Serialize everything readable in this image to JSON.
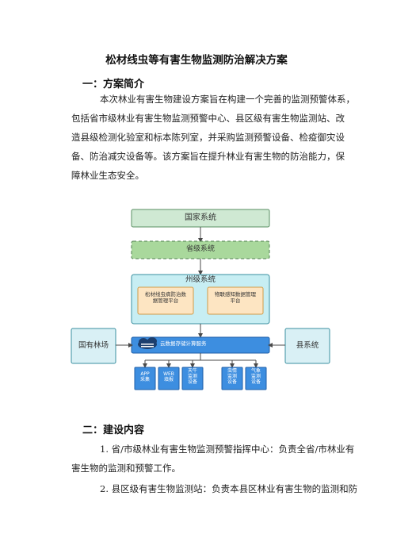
{
  "document": {
    "title": "松材线虫等有害生物监测防治解决方案",
    "sections": [
      {
        "heading": "一：方案简介",
        "lines": [
          "本次林业有害生物建设方案旨在构建一个完善的监测预警体系，",
          "包括省市级林业有害生物监测预警中心、县区级有害生物监测站、改",
          "造县级检测化验室和标本陈列室，并采购监测预警设备、检疫御灾设",
          "备、防治减灾设备等。该方案旨在提升林业有害生物的防治能力，保",
          "障林业生态安全。"
        ]
      },
      {
        "heading": "二：建设内容",
        "items": [
          {
            "line1": "1. 省/市级林业有害生物监测预警指挥中心：负责全省/市林业有",
            "line2": "害生物的监测和预警工作。"
          },
          {
            "line1": "2. 县区级有害生物监测站：负责本县区林业有害生物的监测和防",
            "line2": ""
          }
        ]
      }
    ]
  },
  "diagram": {
    "national": "国家系统",
    "provincial": "省级系统",
    "state": "州级系统",
    "platform_left": [
      "松材线虫病防治数",
      "据管理平台"
    ],
    "platform_right": [
      "物联感知数据管理",
      "平台"
    ],
    "left_node": "国有林场",
    "right_node": "县系统",
    "cloud": "云数据存储计算服务",
    "devices": [
      [
        "APP",
        "采集"
      ],
      [
        "WEB",
        "填报"
      ],
      [
        "天牛",
        "监测",
        "设备"
      ],
      [
        "虫情",
        "监测",
        "设备"
      ],
      [
        "气象",
        "监测",
        "设备"
      ]
    ],
    "colors": {
      "green_fill": "#cfe9d3",
      "green_stroke": "#5a8f63",
      "dash_fill": "#a9d89c",
      "cyan_fill": "#c7eef3",
      "cyan_stroke": "#3a8fa0",
      "orange_fill": "#fde5c2",
      "orange_stroke": "#d39b45",
      "blue_fill": "#3d8ee0",
      "blue_stroke": "#1f5fa8",
      "side_fill": "#d9f0f5"
    }
  }
}
